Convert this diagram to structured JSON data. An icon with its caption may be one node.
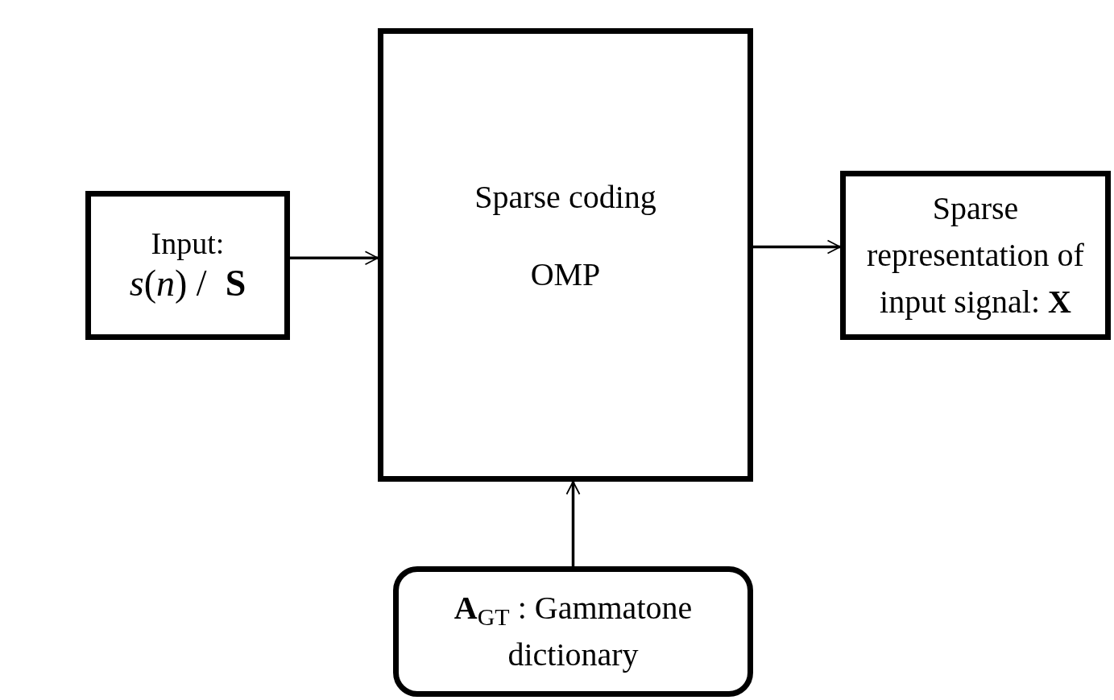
{
  "diagram": {
    "nodes": [
      {
        "text": [
          "Input:",
          "*s*(*n*) /  **S**"
        ]
      },
      {
        "text": [
          "Sparse coding",
          "OMP"
        ]
      },
      {
        "text": [
          "Sparse representation of input signal: **X**"
        ]
      },
      {
        "text": [
          "**A**$_{GT}$ : Gammatone dictionary"
        ]
      }
    ],
    "edges": [
      {
        "from": 0,
        "to": 1,
        "arrow": "to"
      },
      {
        "from": 1,
        "to": 2,
        "arrow": "to"
      },
      {
        "from": 3,
        "to": 1,
        "arrow": "to"
      }
    ]
  }
}
